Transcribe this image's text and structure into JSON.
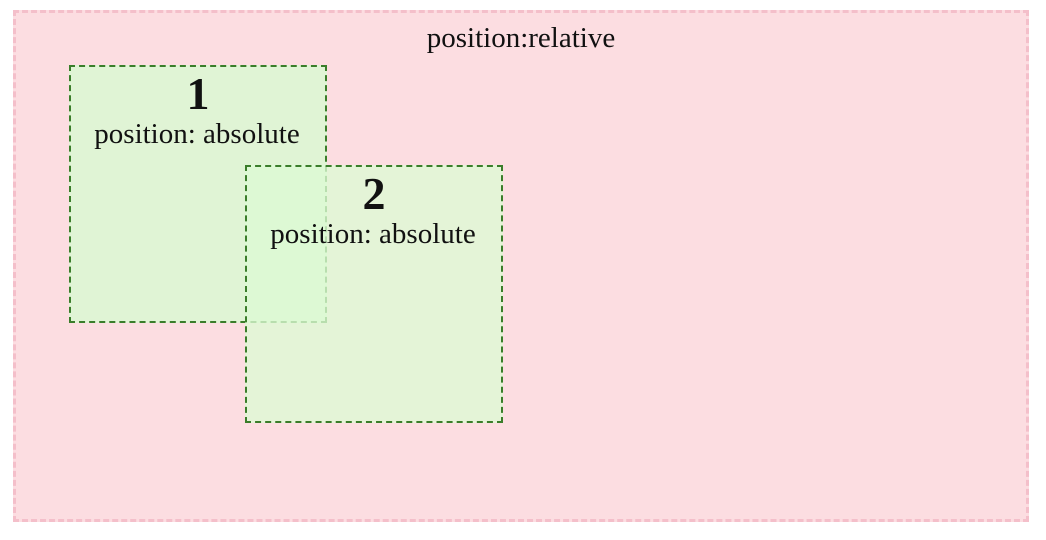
{
  "container": {
    "label": "position:relative",
    "background": "#fcdde1",
    "border_color": "#f4bfca"
  },
  "boxes": [
    {
      "number": "1",
      "label": "position: absolute"
    },
    {
      "number": "2",
      "label": "position: absolute"
    }
  ],
  "colors": {
    "box_fill": "#dbf7d3",
    "box_border": "#3a7d2a"
  }
}
